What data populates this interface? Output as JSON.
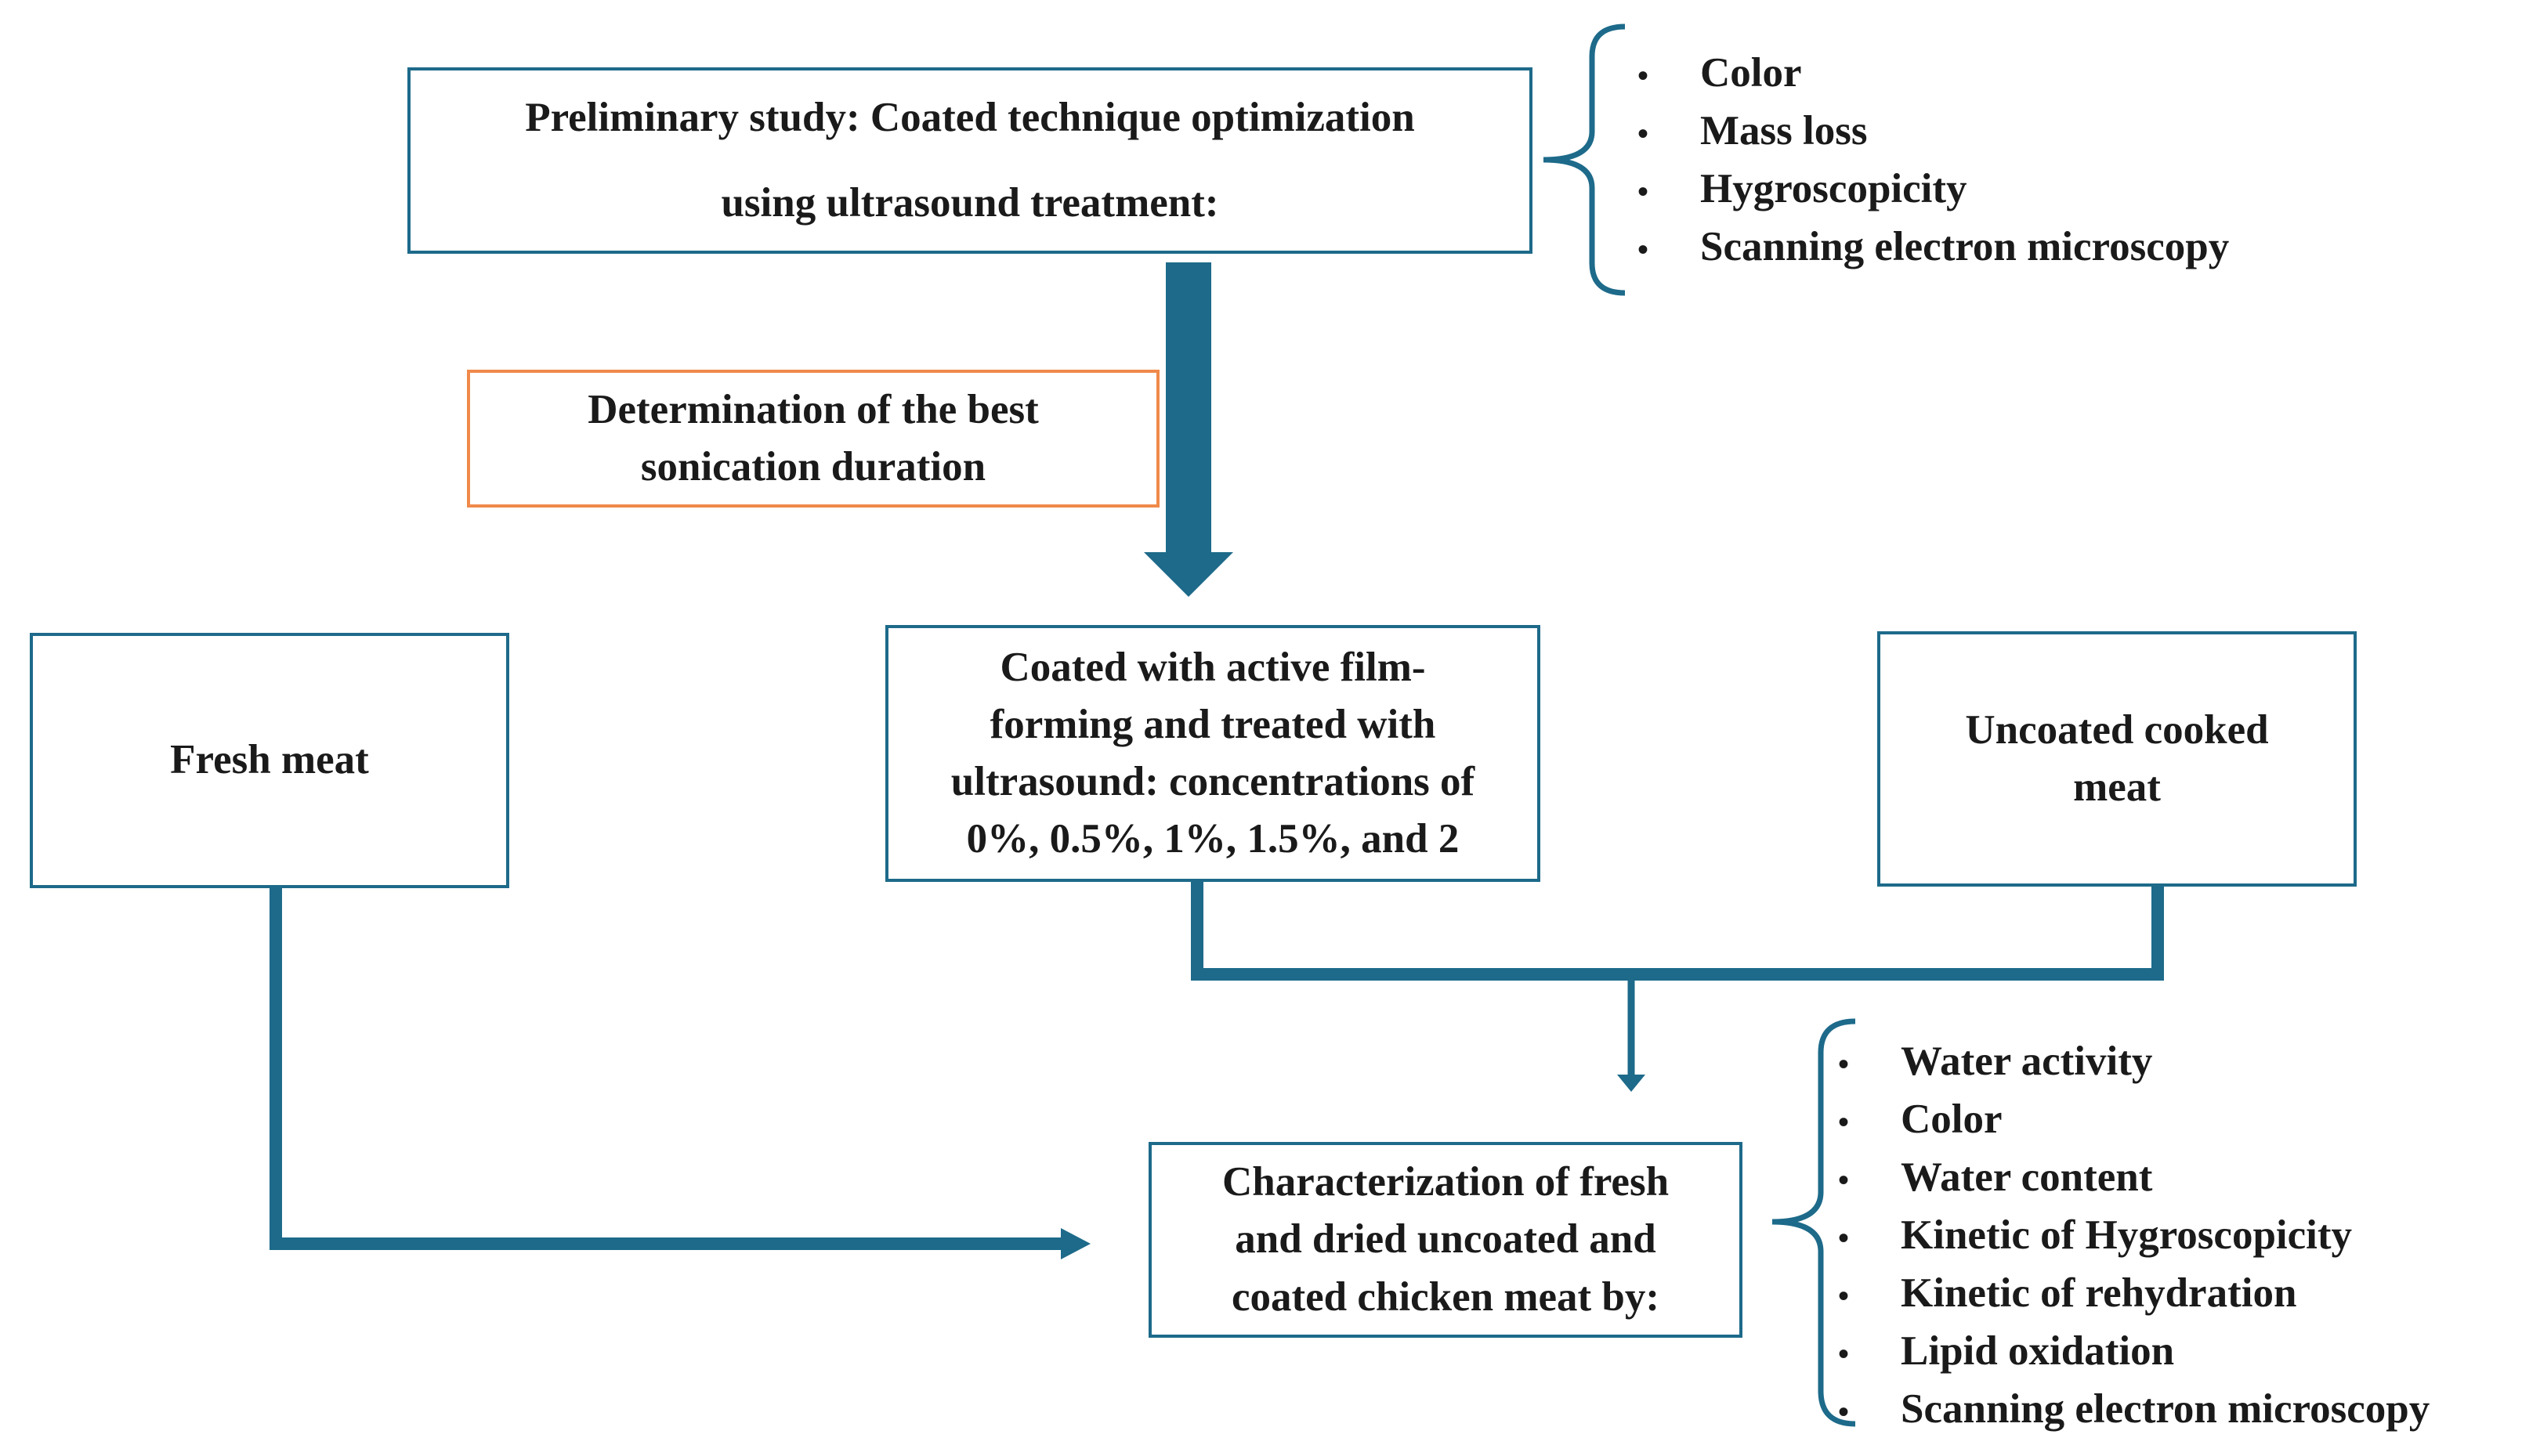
{
  "boxes": {
    "preliminary": "Preliminary study: Coated technique optimization\nusing ultrasound treatment:",
    "best_duration": "Determination of the best\nsonication duration",
    "fresh_meat": "Fresh meat",
    "coated": "Coated with active film-\nforming and treated with\nultrasound: concentrations of\n0%, 0.5%, 1%, 1.5%, and 2",
    "uncoated": "Uncoated cooked\nmeat",
    "characterization": "Characterization of fresh\nand dried uncoated and\ncoated chicken meat by:"
  },
  "preliminary_analyses": [
    "Color",
    "Mass loss",
    "Hygroscopicity",
    "Scanning electron microscopy"
  ],
  "characterization_analyses": [
    "Water activity",
    "Color",
    "Water content",
    "Kinetic of Hygroscopicity",
    "Kinetic of rehydration",
    "Lipid oxidation",
    "Scanning electron microscopy"
  ],
  "colors": {
    "primary_border": "#1d6a8a",
    "accent_border": "#f0894a",
    "arrow": "#1d6a8a"
  }
}
